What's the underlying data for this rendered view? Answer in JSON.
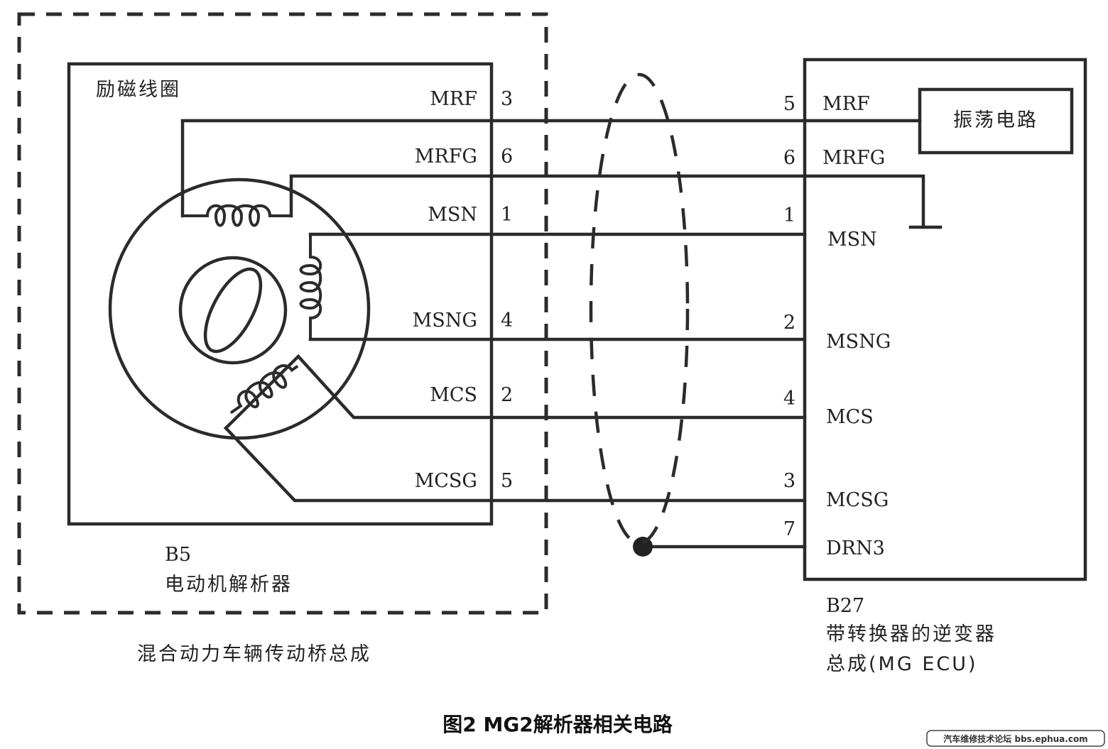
{
  "figure": {
    "caption": "图2  MG2解析器相关电路",
    "watermark": "汽车维修技术论坛 bbs.ephua.com"
  },
  "transaxle": {
    "label": "混合动力车辆传动桥总成"
  },
  "resolver": {
    "id": "B5",
    "name": "电动机解析器",
    "coil_label": "励磁线圈",
    "signals": [
      {
        "name": "MRF",
        "pin": "3"
      },
      {
        "name": "MRFG",
        "pin": "6"
      },
      {
        "name": "MSN",
        "pin": "1"
      },
      {
        "name": "MSNG",
        "pin": "4"
      },
      {
        "name": "MCS",
        "pin": "2"
      },
      {
        "name": "MCSG",
        "pin": "5"
      }
    ]
  },
  "inverter": {
    "id": "B27",
    "name_line1": "带转换器的逆变器",
    "name_line2": "总成(MG ECU)",
    "oscillator_label": "振荡电路",
    "signals": [
      {
        "name": "MRF",
        "pin": "5"
      },
      {
        "name": "MRFG",
        "pin": "6"
      },
      {
        "name": "MSN",
        "pin": "1"
      },
      {
        "name": "MSNG",
        "pin": "2"
      },
      {
        "name": "MCS",
        "pin": "4"
      },
      {
        "name": "MCSG",
        "pin": "3"
      },
      {
        "name": "DRN3",
        "pin": "7"
      }
    ]
  },
  "icons": {
    "ground": "ground-icon",
    "coil": "coil-icon",
    "rotor": "rotor-icon",
    "shield": "shield-icon"
  }
}
